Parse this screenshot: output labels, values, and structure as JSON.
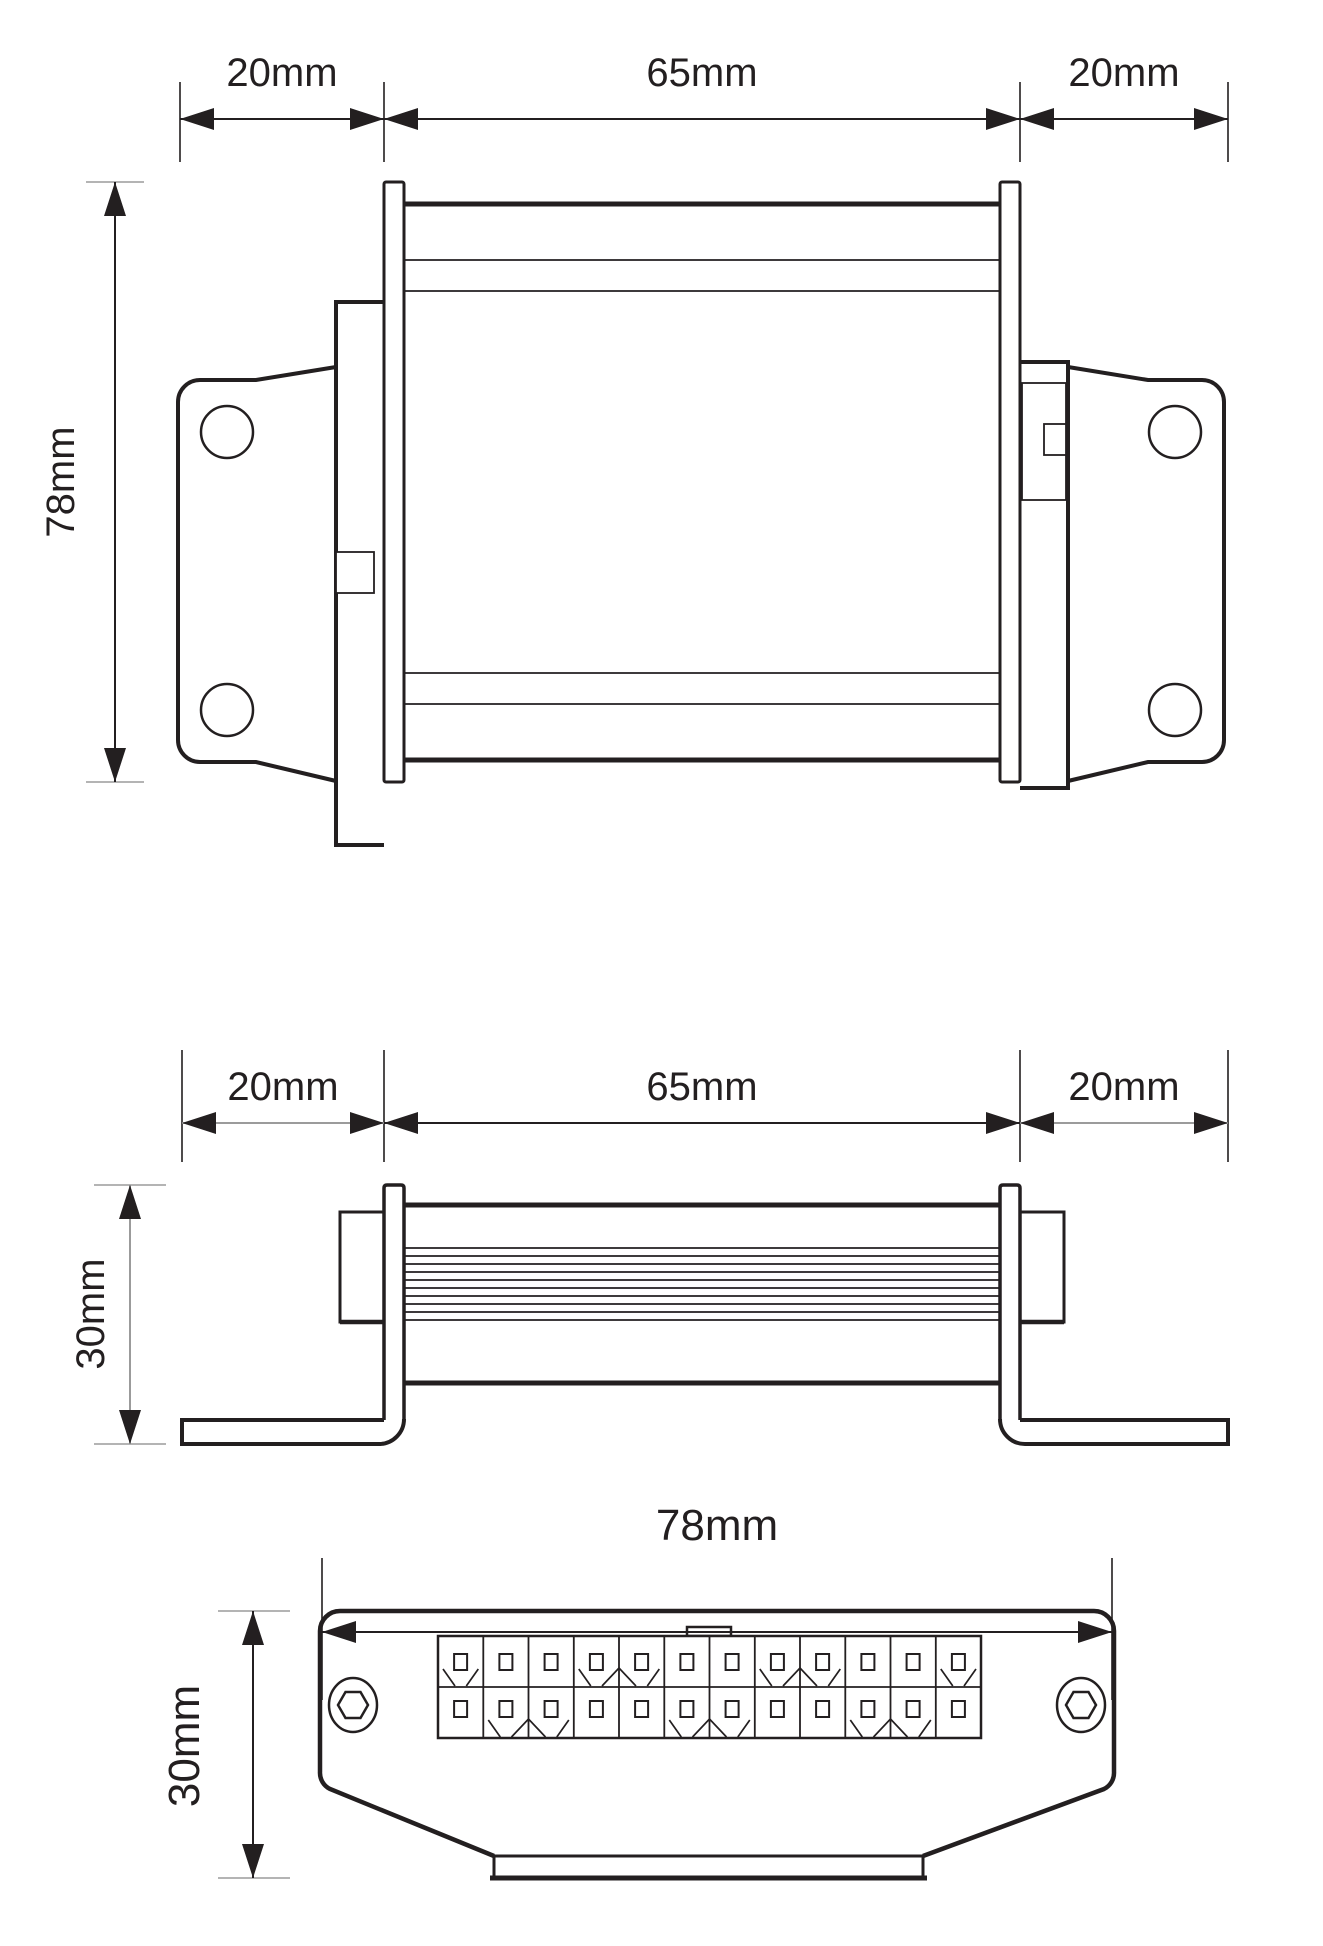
{
  "drawing": {
    "unit": "mm",
    "background": "#ffffff",
    "colors": {
      "line": "#231f20",
      "dim_line_gray": "#9b9b9b"
    },
    "views": {
      "top_view": {
        "width_left": "20mm",
        "width_center": "65mm",
        "width_right": "20mm",
        "height": "78mm",
        "mounting_holes_per_bracket": 2
      },
      "side_view": {
        "width_left": "20mm",
        "width_center": "65mm",
        "width_right": "20mm",
        "height": "30mm",
        "fin_lines": 10
      },
      "front_view": {
        "width": "78mm",
        "height": "30mm",
        "connector": {
          "columns": 12,
          "rows": 2,
          "pins": 24
        },
        "screws": 2
      }
    }
  }
}
